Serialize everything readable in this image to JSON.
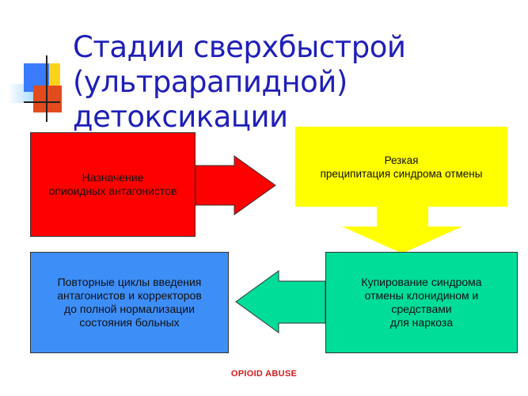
{
  "title": {
    "line1": "Стадии сверхбыстрой",
    "line2": "(ультрарапидной) детоксикации"
  },
  "stages": {
    "stage1": {
      "line1": "Назначение",
      "line2": "опиоидных антагонистов",
      "color": "#ff0000"
    },
    "stage2": {
      "line1": "Резкая",
      "line2": "преципитация синдрома отмены",
      "color": "#ffff00"
    },
    "stage3": {
      "line1": "Купирование синдрома",
      "line2": "отмены клонидином и",
      "line3": "средствами",
      "line4": "для наркоза",
      "color": "#00dd99"
    },
    "stage4": {
      "line1": "Повторные циклы введения",
      "line2": "антагонистов и корректоров",
      "line3": "до полной нормализации",
      "line4": "состояния больных",
      "color": "#3e8ef7"
    }
  },
  "footer": {
    "label": "OPIOID ABUSE"
  }
}
